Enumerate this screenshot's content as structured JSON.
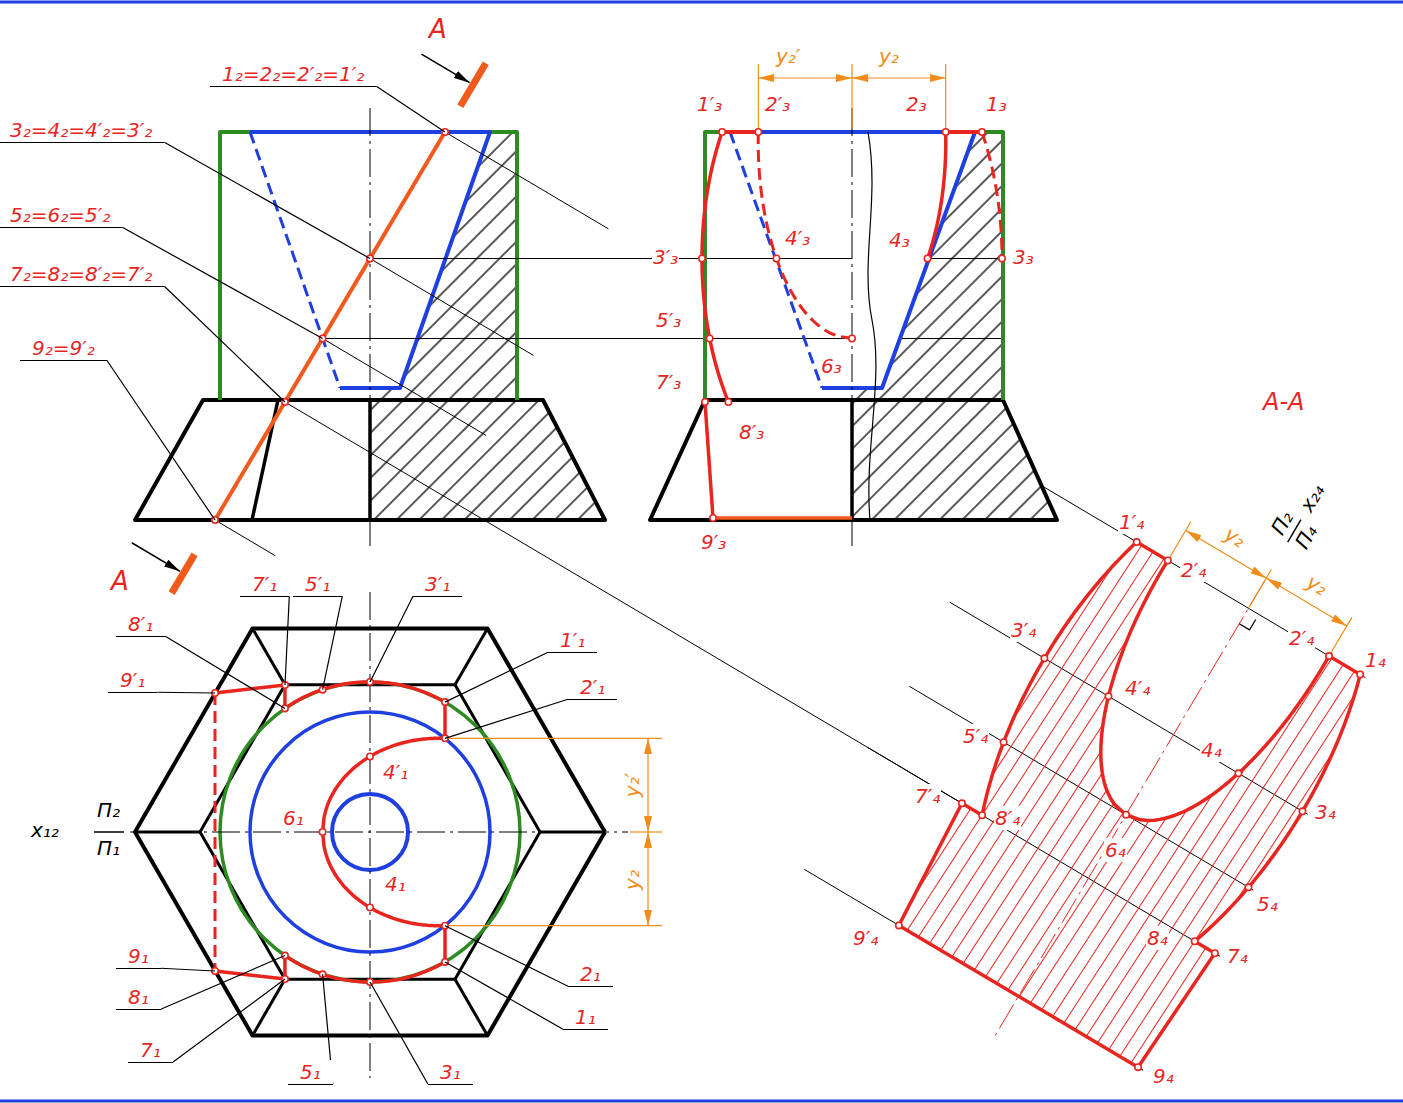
{
  "diagram": {
    "labels": [
      "A",
      "1₂=2₂=2′₂=1′₂",
      "3₂=4₂=4′₂=3′₂",
      "5₂=6₂=5′₂",
      "7₂=8₂=8′₂=7′₂",
      "9₂=9′₂",
      "y₂′",
      "y₂",
      "1′₃",
      "2′₃",
      "2₃",
      "1₃",
      "3′₃",
      "4′₃",
      "4₃",
      "3₃",
      "5′₃",
      "6₃",
      "7′₃",
      "8′₃",
      "9′₃",
      "A",
      "A-A",
      "7′₁",
      "5′₁",
      "3′₁",
      "8′₁",
      "1′₁",
      "9′₁",
      "2′₁",
      "4′₁",
      "6₁",
      "x₁₂",
      "Π₂",
      "Π₁",
      "y₂′",
      "y₂",
      "4₁",
      "2₁",
      "9₁",
      "8₁",
      "1₁",
      "7₁",
      "5₁",
      "3₁",
      "1′₄",
      "2′₄",
      "2′₄",
      "1₄",
      "3′₄",
      "4′₄",
      "4₄",
      "3₄",
      "5′₄",
      "7′₄",
      "8′₄",
      "6₄",
      "5₄",
      "8₄",
      "7₄",
      "9′₄",
      "9₄",
      "y₂",
      "y₂",
      "Π₂",
      "Π₄",
      "x₂₄"
    ]
  }
}
